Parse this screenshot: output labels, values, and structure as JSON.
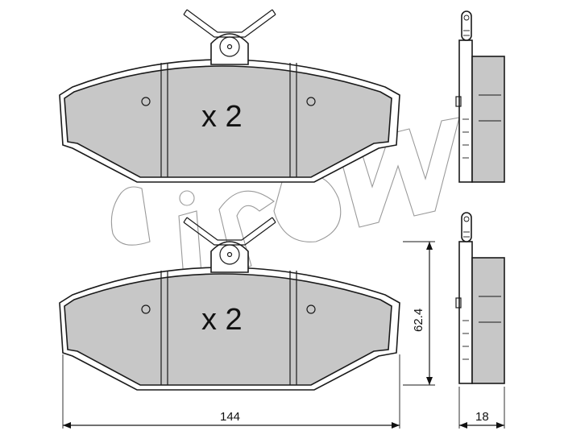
{
  "watermark": "cifam",
  "pads": [
    {
      "quantity_label": "x 2"
    },
    {
      "quantity_label": "x 2"
    }
  ],
  "dimensions": {
    "width": "144",
    "height": "62.4",
    "thickness": "18"
  }
}
